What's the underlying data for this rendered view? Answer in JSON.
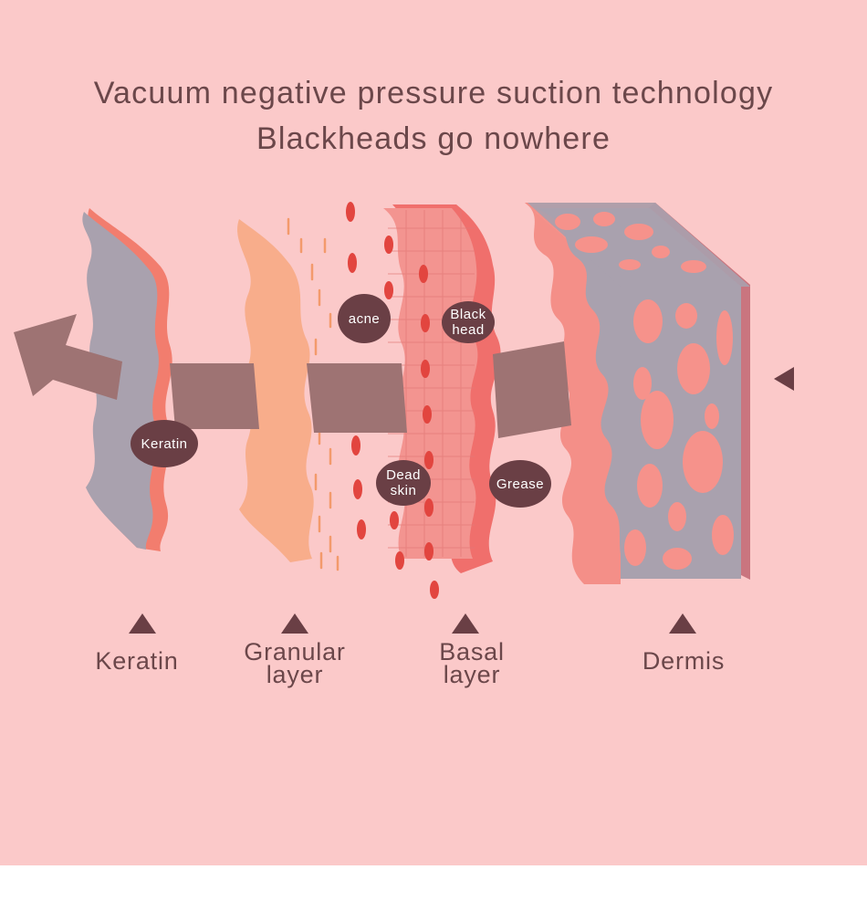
{
  "title": {
    "line1": "Vacuum negative pressure suction technology",
    "line2": "Blackheads go nowhere"
  },
  "bubbles": {
    "acne": "acne",
    "blackhead_line1": "Black",
    "blackhead_line2": "head",
    "keratin": "Keratin",
    "dead_skin_line1": "Dead",
    "dead_skin_line2": "skin",
    "grease": "Grease"
  },
  "layers": [
    {
      "label": "Keratin"
    },
    {
      "label": "Granular\nlayer"
    },
    {
      "label": "Basal\nlayer"
    },
    {
      "label": "Dermis"
    }
  ],
  "colors": {
    "background": "#fbc9c9",
    "text": "#6b474a",
    "bubble": "#6a3f45",
    "arrow": "#9e7373",
    "keratin_face": "#a9a1ae",
    "keratin_edge": "#f27d6e",
    "granular": "#f8ad8b",
    "basal": "#f38c86",
    "dermis_face": "#a9a1ae",
    "dermis_cells": "#f6928b"
  },
  "icons": {
    "suction_arrow": "big-left-arrow",
    "layer_marker": "triangle-up",
    "side_pointer": "triangle-left"
  }
}
